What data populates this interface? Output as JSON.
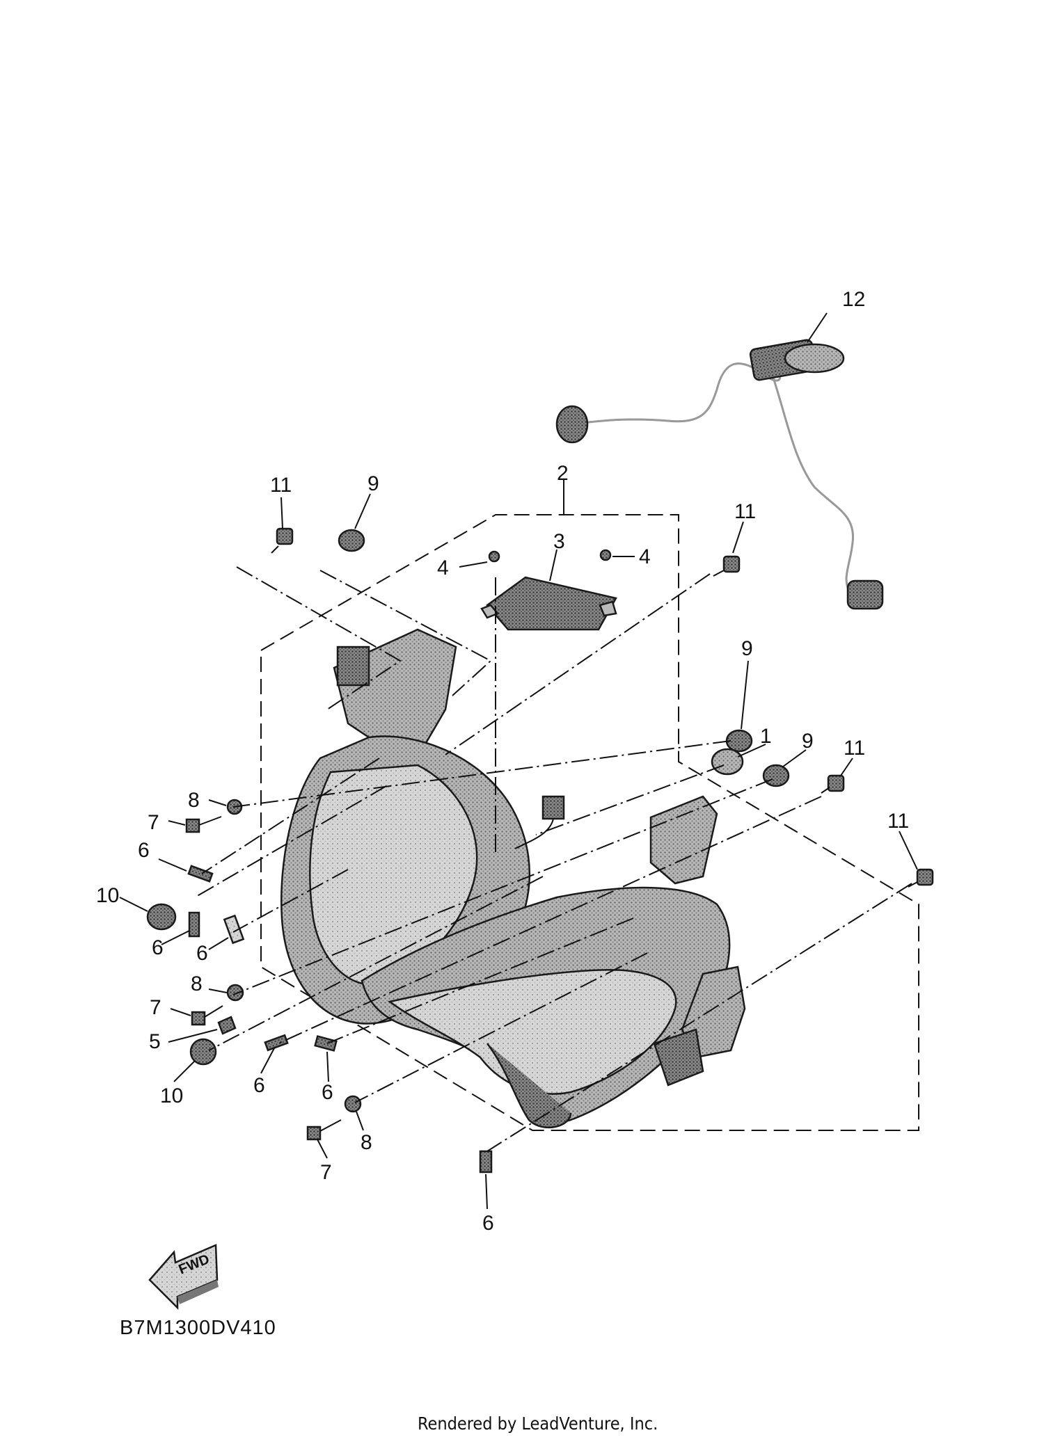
{
  "diagram": {
    "callouts": [
      {
        "id": "c12",
        "label": "12"
      },
      {
        "id": "c2",
        "label": "2"
      },
      {
        "id": "c3",
        "label": "3"
      },
      {
        "id": "c4a",
        "label": "4"
      },
      {
        "id": "c4b",
        "label": "4"
      },
      {
        "id": "c11a",
        "label": "11"
      },
      {
        "id": "c9a",
        "label": "9"
      },
      {
        "id": "c11b",
        "label": "11"
      },
      {
        "id": "c9b",
        "label": "9"
      },
      {
        "id": "c1",
        "label": "1"
      },
      {
        "id": "c9c",
        "label": "9"
      },
      {
        "id": "c11c",
        "label": "11"
      },
      {
        "id": "c11d",
        "label": "11"
      },
      {
        "id": "c8a",
        "label": "8"
      },
      {
        "id": "c7a",
        "label": "7"
      },
      {
        "id": "c6a",
        "label": "6"
      },
      {
        "id": "c10a",
        "label": "10"
      },
      {
        "id": "c6b",
        "label": "6"
      },
      {
        "id": "c6c",
        "label": "6"
      },
      {
        "id": "c8b",
        "label": "8"
      },
      {
        "id": "c7b",
        "label": "7"
      },
      {
        "id": "c5",
        "label": "5"
      },
      {
        "id": "c10b",
        "label": "10"
      },
      {
        "id": "c6d",
        "label": "6"
      },
      {
        "id": "c6e",
        "label": "6"
      },
      {
        "id": "c8c",
        "label": "8"
      },
      {
        "id": "c7c",
        "label": "7"
      },
      {
        "id": "c6f",
        "label": "6"
      }
    ],
    "fwd_label": "FWD",
    "diagram_code": "B7M1300DV410",
    "credit": "Rendered by LeadVenture, Inc."
  }
}
